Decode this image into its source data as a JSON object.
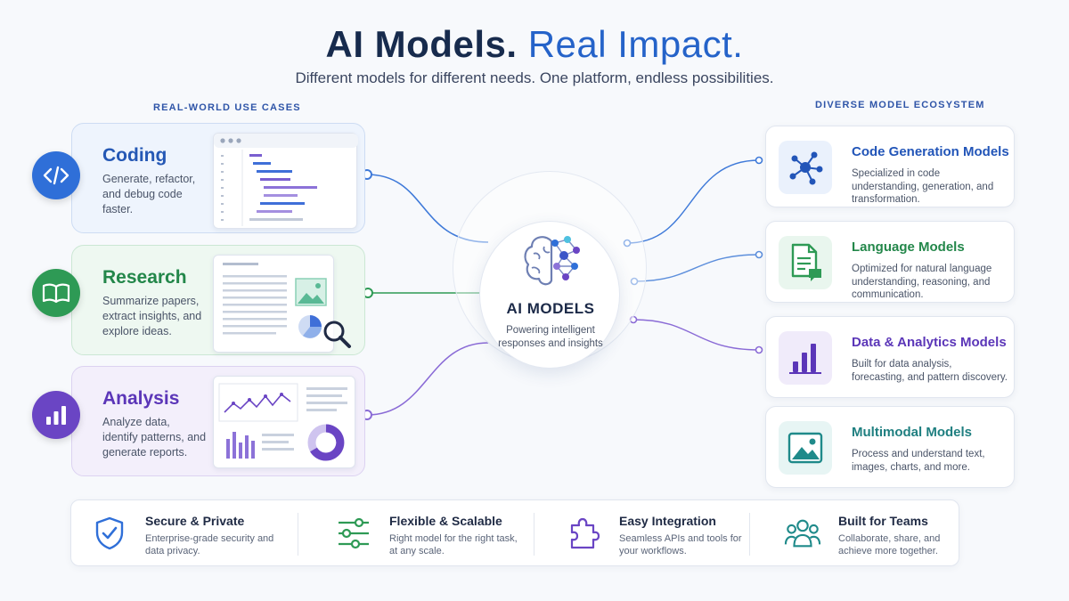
{
  "header": {
    "title_part1": "AI Models.",
    "title_part2": "Real Impact.",
    "subtitle": "Different models for different needs. One platform, endless possibilities."
  },
  "left_section": {
    "label": "REAL-WORLD USE CASES",
    "cards": [
      {
        "title": "Coding",
        "description": "Generate, refactor, and debug code faster.",
        "icon": "code-icon",
        "color": "#2f6fd8"
      },
      {
        "title": "Research",
        "description": "Summarize papers, extract insights, and explore ideas.",
        "icon": "book-icon",
        "color": "#2e9a55"
      },
      {
        "title": "Analysis",
        "description": "Analyze data, identify patterns, and generate reports.",
        "icon": "bar-chart-icon",
        "color": "#6a45c4"
      }
    ]
  },
  "hub": {
    "title": "AI MODELS",
    "description": "Powering intelligent responses and insights",
    "icon": "brain-network-icon"
  },
  "right_section": {
    "label": "DIVERSE MODEL ECOSYSTEM",
    "cards": [
      {
        "title": "Code Generation Models",
        "description": "Specialized in code understanding, generation, and transformation.",
        "icon": "network-nodes-icon",
        "color": "#2255b8"
      },
      {
        "title": "Language Models",
        "description": "Optimized for natural language understanding, reasoning, and communication.",
        "icon": "document-chat-icon",
        "color": "#2e9a55"
      },
      {
        "title": "Data & Analytics Models",
        "description": "Built for data analysis, forecasting, and pattern discovery.",
        "icon": "bar-chart-icon",
        "color": "#5b36b8"
      },
      {
        "title": "Multimodal Models",
        "description": "Process and understand text, images, charts, and more.",
        "icon": "image-icon",
        "color": "#1f8a8a"
      }
    ]
  },
  "features": [
    {
      "title": "Secure & Private",
      "description": "Enterprise-grade security and data privacy.",
      "icon": "shield-check-icon",
      "color": "#2f6fd8"
    },
    {
      "title": "Flexible & Scalable",
      "description": "Right model for the right task, at any scale.",
      "icon": "sliders-icon",
      "color": "#2e9a55"
    },
    {
      "title": "Easy Integration",
      "description": "Seamless APIs and tools for your workflows.",
      "icon": "puzzle-icon",
      "color": "#6a45c4"
    },
    {
      "title": "Built for Teams",
      "description": "Collaborate, share, and achieve more together.",
      "icon": "team-icon",
      "color": "#1f8a8a"
    }
  ]
}
